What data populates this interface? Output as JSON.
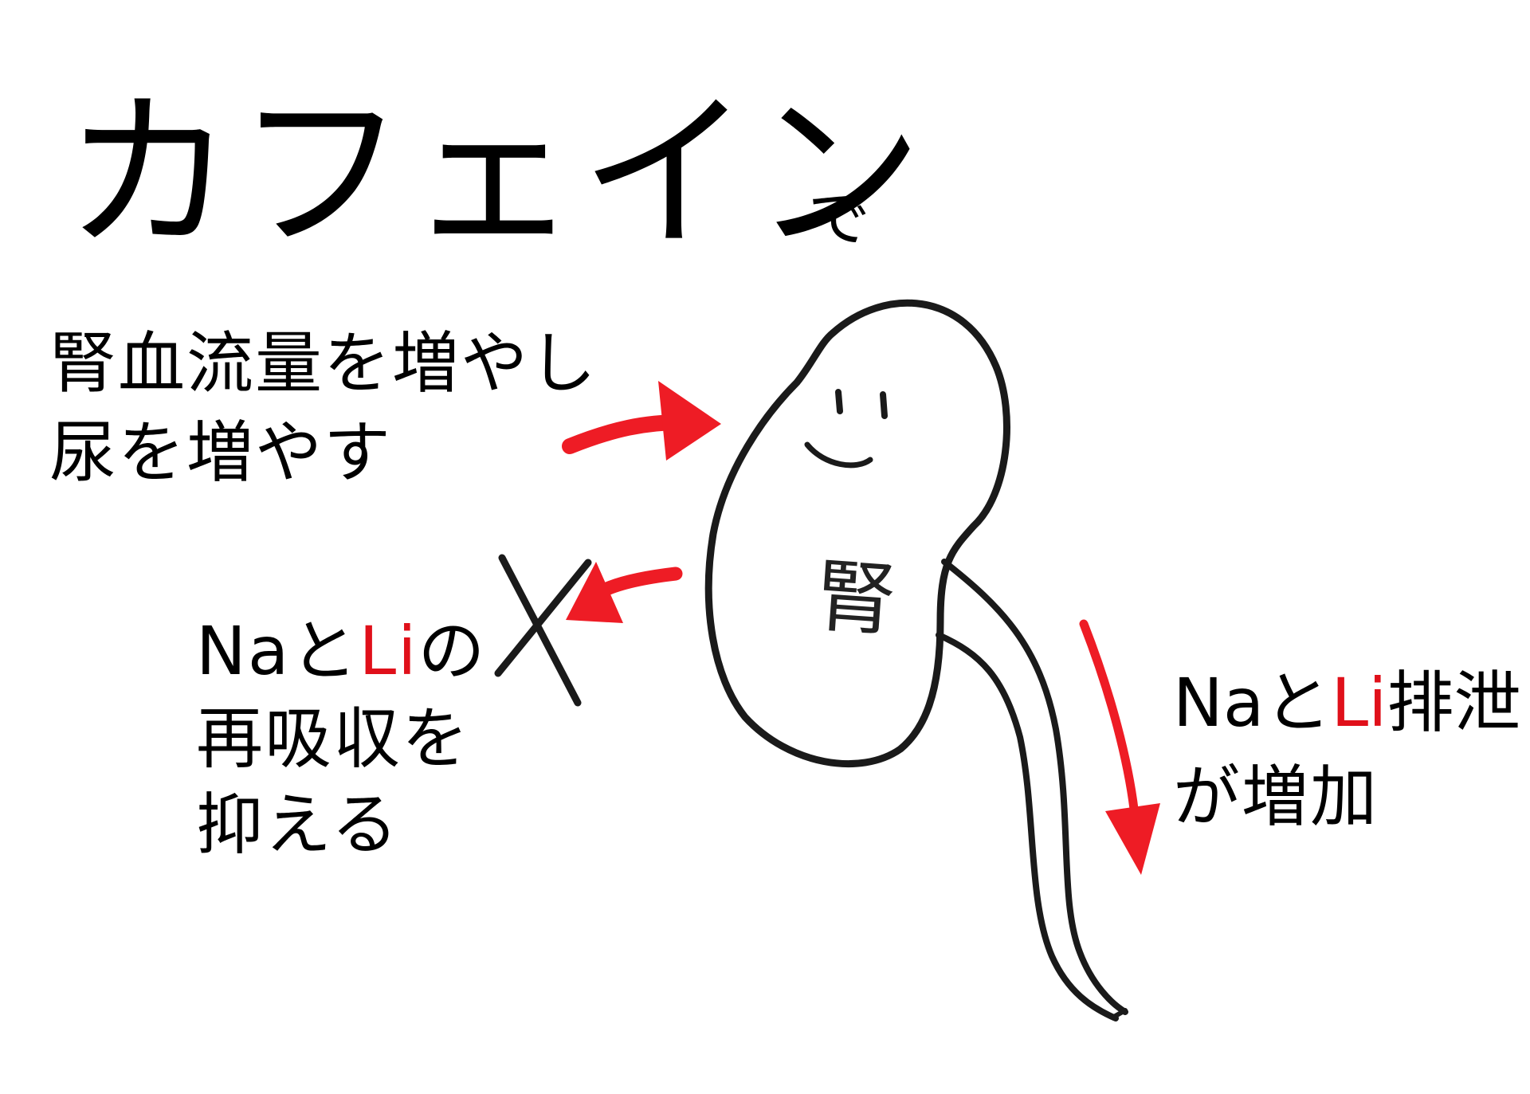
{
  "title": {
    "main": "カフェイン",
    "particle": "で"
  },
  "effect_blood_flow": {
    "line1": "腎血流量を増やし",
    "line2": "尿を増やす"
  },
  "effect_reabsorption": {
    "line1_prefix": "Na",
    "line1_and": "と",
    "line1_li": "Li",
    "line1_suffix": "の",
    "line2": "再吸収を",
    "line3": "抑える"
  },
  "effect_excretion": {
    "line1_prefix": "Na",
    "line1_and": "と",
    "line1_li": "Li",
    "line1_suffix": "排泄",
    "line2": "が増加"
  },
  "kidney": {
    "label": "腎"
  },
  "colors": {
    "accent_red": "#ee1c25",
    "ink": "#1a1a1a"
  }
}
